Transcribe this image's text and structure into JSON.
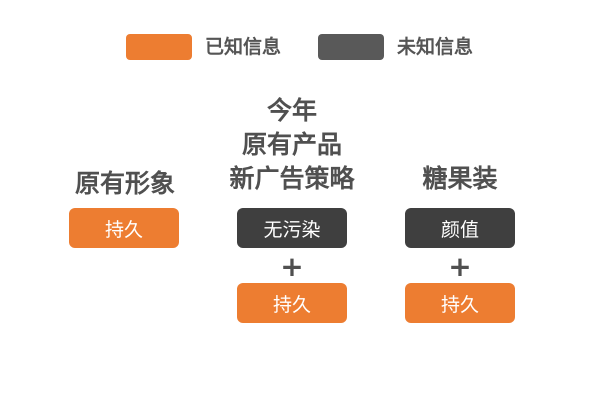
{
  "colors": {
    "known": "#ED7D31",
    "unknown": "#3F3F3F",
    "legend_unknown": "#595959",
    "text": "#505050"
  },
  "legend": {
    "known_label": "已知信息",
    "unknown_label": "未知信息"
  },
  "columns": [
    {
      "title": "原有形象",
      "boxes": [
        {
          "label": "持久",
          "status": "known"
        }
      ]
    },
    {
      "title": "今年\n原有产品\n新广告策略",
      "boxes": [
        {
          "label": "无污染",
          "status": "unknown"
        },
        {
          "label": "持久",
          "status": "known"
        }
      ],
      "connector": "+"
    },
    {
      "title": "糖果装",
      "boxes": [
        {
          "label": "颜值",
          "status": "unknown"
        },
        {
          "label": "持久",
          "status": "known"
        }
      ],
      "connector": "+"
    }
  ]
}
